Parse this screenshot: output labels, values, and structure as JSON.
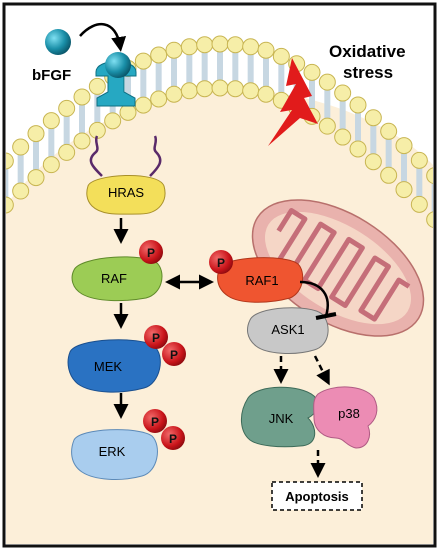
{
  "ligand": {
    "label": "bFGF",
    "color": "#1a8fa8"
  },
  "stress": {
    "line1": "Oxidative",
    "line2": "stress",
    "bolt_color": "#e11b1b"
  },
  "proteins": {
    "hras": {
      "label": "HRAS",
      "color": "#f3df5a"
    },
    "raf": {
      "label": "RAF",
      "color": "#9ccc55"
    },
    "mek": {
      "label": "MEK",
      "color": "#2a72c2"
    },
    "erk": {
      "label": "ERK",
      "color": "#a9cdee"
    },
    "raf1": {
      "label": "RAF1",
      "color": "#ef5530"
    },
    "ask1": {
      "label": "ASK1",
      "color": "#c8c8c8"
    },
    "jnk": {
      "label": "JNK",
      "color": "#6f9f8c"
    },
    "p38": {
      "label": "p38",
      "color": "#ec8cb4"
    }
  },
  "phospho": {
    "label": "P",
    "color": "#c9141a"
  },
  "outcome": {
    "label": "Apoptosis"
  },
  "colors": {
    "cytoplasm": "#fcefd9",
    "membrane_head": "#f6eea8",
    "membrane_tail": "#c7d7e2",
    "receptor": "#26a8c2",
    "mito_outer": "#e9b2ad",
    "mito_inner": "#f5d6c6",
    "mito_cristae": "#c56e79"
  }
}
